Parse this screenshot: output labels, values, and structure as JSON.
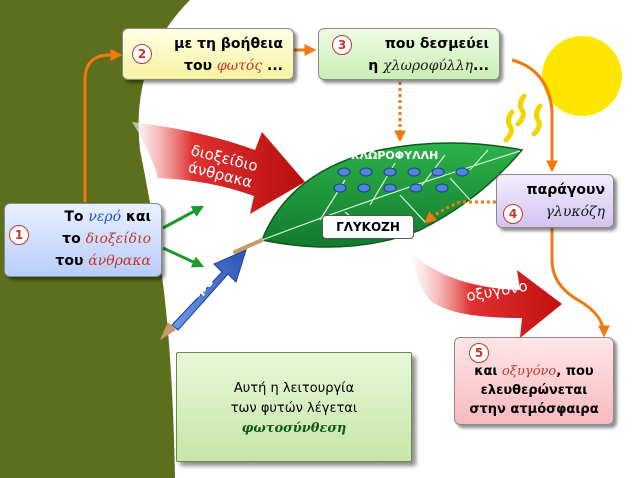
{
  "boxes": {
    "b1": {
      "num": "1",
      "l1a": "Το",
      "l1b": "νερό",
      "l1c": "και",
      "l2a": "το",
      "l2b": "διοξείδιο",
      "l3a": "του",
      "l3b": "άνθρακα"
    },
    "b2": {
      "num": "2",
      "l1": "με τη βοήθεια",
      "l2a": "του",
      "l2b": "φωτός",
      "l2c": "..."
    },
    "b3": {
      "num": "3",
      "l1": "που δεσμεύει",
      "l2a": "η",
      "l2b": "χλωροφύλλη",
      "l2c": "..."
    },
    "b4": {
      "num": "4",
      "l1": "παράγουν",
      "l2": "γλυκόζη"
    },
    "b5": {
      "num": "5",
      "l1a": "και",
      "l1b": "οξυγόνο",
      "l1c": ", που",
      "l2": "ελευθερώνεται",
      "l3": "στην ατμόσφαιρα"
    },
    "summary": {
      "l1": "Αυτή η λειτουργία",
      "l2": "των φυτών λέγεται",
      "l3": "φωτοσύνθεση"
    }
  },
  "labels": {
    "co2_l1": "διοξείδιο",
    "co2_l2": "άνθρακα",
    "water": "νερό",
    "oxygen": "οξυγόνο",
    "chlorophyll": "ΧΛΩΡΟΦΥΛΛΗ",
    "glucose": "ΓΛΥΚΟΖΗ"
  },
  "colors": {
    "ground": "#5b6f1c",
    "leaf": "#1e9a3c",
    "sun": "#ffe600",
    "red_arrow": "#d41e1e",
    "blue_arrow": "#3a64c8",
    "orange_connector": "#f07a10"
  }
}
